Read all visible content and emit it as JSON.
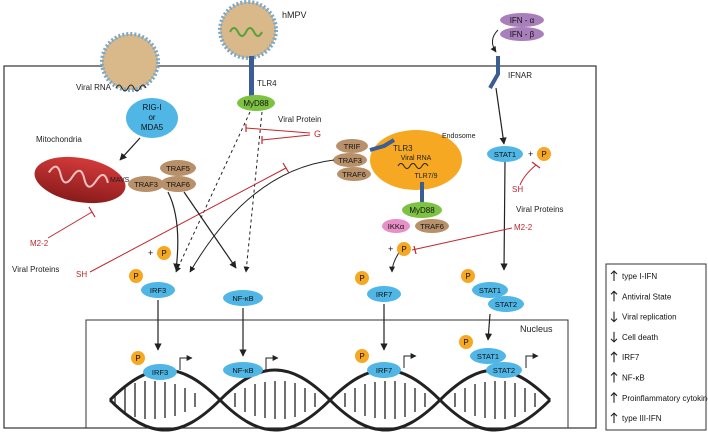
{
  "labels": {
    "hmpv": "hMPV",
    "tlr4": "TLR4",
    "myd88": "MyD88",
    "viral_rna": "Viral RNA",
    "rig_i": "RIG-I",
    "or": "or",
    "mda5": "MDA5",
    "mitochondria": "Mitochondria",
    "mavs": "MAVS",
    "traf5": "TRAF5",
    "traf3": "TRAF3",
    "traf6": "TRAF6",
    "viral_protein": "Viral Protein",
    "g": "G",
    "m2_2": "M2-2",
    "viral_proteins": "Viral Proteins",
    "sh": "SH",
    "p": "P",
    "plus": "+",
    "irf3": "IRF3",
    "nfkb": "NF-κB",
    "endosome": "Endosome",
    "tlr3": "TLR3",
    "trif": "TRIF",
    "endo_viral_rna": "Viral RNA",
    "tlr79": "TLR7/9",
    "ikka": "IKKα",
    "irf7": "IRF7",
    "ifn_a": "IFN - α",
    "ifn_b": "IFN - β",
    "ifnar": "IFNAR",
    "stat1": "STAT1",
    "stat2": "STAT2",
    "nucleus": "Nucleus"
  },
  "legend": [
    {
      "dir": "up",
      "text": "type I-IFN"
    },
    {
      "dir": "up",
      "text": "Antiviral State"
    },
    {
      "dir": "down",
      "text": "Viral replication"
    },
    {
      "dir": "down",
      "text": "Cell death"
    },
    {
      "dir": "up",
      "text": "IRF7"
    },
    {
      "dir": "up",
      "text": "NF-κB"
    },
    {
      "dir": "up",
      "text": "Proinflammatory cytokines"
    },
    {
      "dir": "up",
      "text": "type III-IFN"
    }
  ],
  "colors": {
    "blue": "#4fb6e6",
    "green": "#7dc242",
    "orange": "#f7a823",
    "tan": "#b8916a",
    "pink": "#e98fc7",
    "purple": "#a97fbb",
    "red": "#c1272d",
    "endosome": "#f7a823",
    "receptor": "#3a5d94"
  }
}
